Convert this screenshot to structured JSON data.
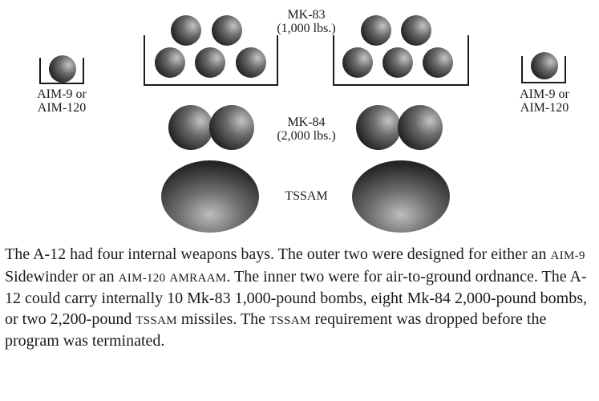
{
  "labels": {
    "mk83_name": "MK-83",
    "mk83_weight": "(1,000 lbs.)",
    "mk84_name": "MK-84",
    "mk84_weight": "(2,000 lbs.)",
    "tssam": "TSSAM",
    "left_missile_line1": "AIM-9 or",
    "left_missile_line2": "AIM-120",
    "right_missile_line1": "AIM-9 or",
    "right_missile_line2": "AIM-120"
  },
  "caption": {
    "p1": "The A-12 had four internal weapons bays. The outer two were designed for either an ",
    "aim9": "AIM-9",
    "p2": " Sidewinder or an ",
    "aim120": "AIM-120",
    "p3": " ",
    "amraam": "AMRAAM",
    "p4": ". The inner two were for air-to-ground ordnance. The A-12 could carry internally 10 Mk-83 1,000-pound bombs, eight Mk-84 2,000-pound bombs, or two 2,200-pound ",
    "tssam1": "TSSAM",
    "p5": " missiles. The ",
    "tssam2": "TSSAM",
    "p6": " requirement was dropped before the program was terminated."
  },
  "colors": {
    "sphere_dark": "#2a2a2a",
    "sphere_light": "#bdbdbd",
    "text": "#1a1a1a"
  }
}
